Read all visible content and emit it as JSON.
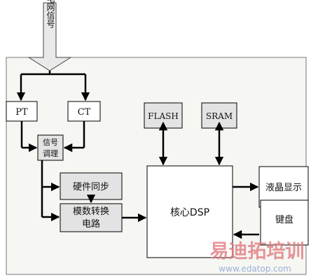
{
  "input_signal": "电网信号",
  "blocks": {
    "pt": "PT",
    "ct": "CT",
    "signal_cond_line1": "信号",
    "signal_cond_line2": "调理",
    "hw_sync": "硬件同步",
    "adc_line1": "模数转换",
    "adc_line2": "电路",
    "flash": "FLASH",
    "sram": "SRAM",
    "dsp": "核心DSP",
    "lcd": "液晶显示",
    "keyboard": "键盘"
  },
  "watermark": {
    "text": "易迪拓培训",
    "url": "www.edatop.com",
    "colors": {
      "main": "#e07a80",
      "url": "#9bb0d6"
    }
  },
  "colors": {
    "panel": "#f6f7f3",
    "box_gray": "#e3e3e3",
    "box_white": "#ffffff",
    "stroke": "#000000"
  }
}
